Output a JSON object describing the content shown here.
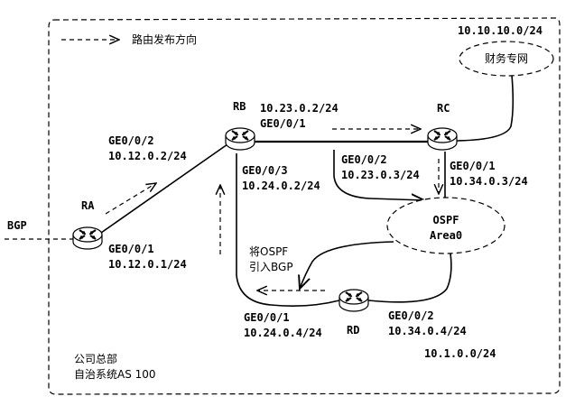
{
  "legend": {
    "arrow_label": "路由发布方向"
  },
  "as_box": {
    "line1": "公司总部",
    "line2": "自治系统AS 100"
  },
  "external": {
    "bgp_label": "BGP"
  },
  "routers": {
    "ra": {
      "name": "RA"
    },
    "rb": {
      "name": "RB"
    },
    "rc": {
      "name": "RC"
    },
    "rd": {
      "name": "RD"
    }
  },
  "interfaces": {
    "ra_ge001_if": "GE0/0/1",
    "ra_ge001_ip": "10.12.0.1/24",
    "rb_ge002_if": "GE0/0/2",
    "rb_ge002_ip": "10.12.0.2/24",
    "rb_ge001_ip": "10.23.0.2/24",
    "rb_ge001_if": "GE0/0/1",
    "rb_ge003_if": "GE0/0/3",
    "rb_ge003_ip": "10.24.0.2/24",
    "rc_ge002_if": "GE0/0/2",
    "rc_ge002_ip": "10.23.0.3/24",
    "rc_ge001_if": "GE0/0/1",
    "rc_ge001_ip": "10.34.0.3/24",
    "rd_ge001_if": "GE0/0/1",
    "rd_ge001_ip": "10.24.0.4/24",
    "rd_ge002_if": "GE0/0/2",
    "rd_ge002_ip": "10.34.0.4/24"
  },
  "clouds": {
    "finance": {
      "subnet": "10.10.10.0/24",
      "label": "财务专网"
    },
    "ospf": {
      "line1": "OSPF",
      "line2": "Area0",
      "subnet": "10.1.0.0/24"
    }
  },
  "annotations": {
    "import_line1": "将OSPF",
    "import_line2": "引入BGP"
  }
}
